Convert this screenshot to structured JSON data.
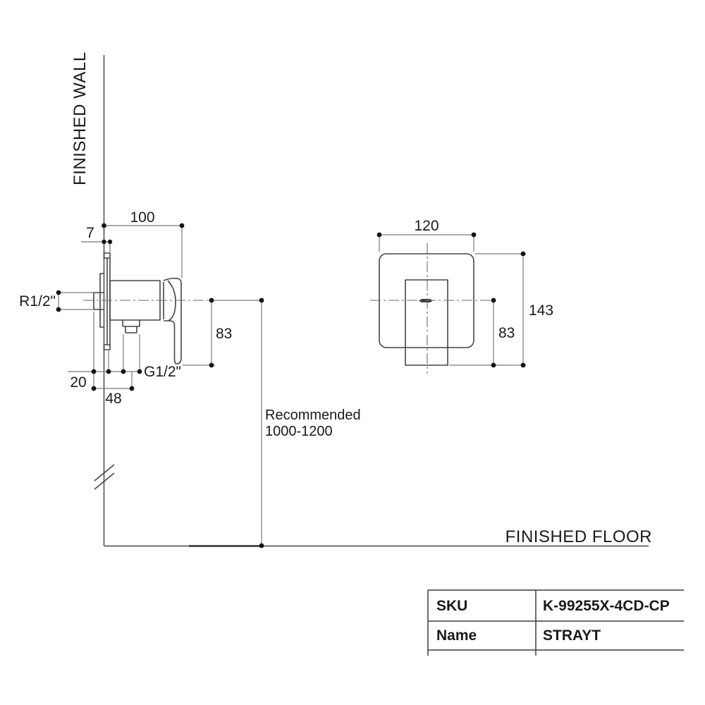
{
  "labels": {
    "finished_wall": "FINISHED WALL",
    "finished_floor": "FINISHED FLOOR",
    "recommended_line1": "Recommended",
    "recommended_line2": "1000-1200"
  },
  "dimensions": {
    "wall_to_handle": "100",
    "plate_thickness": "7",
    "supply_thread": "R1/2\"",
    "outlet_thread": "G1/2\"",
    "center_to_handle_bottom_side": "83",
    "supply_offset": "20",
    "supply_to_outlet": "48",
    "plate_width": "120",
    "overall_height": "143",
    "center_to_handle_bottom_front": "83"
  },
  "table": {
    "rows": [
      {
        "label": "SKU",
        "value": "K-99255X-4CD-CP"
      },
      {
        "label": "Name",
        "value": "STRAYT"
      }
    ]
  },
  "colors": {
    "object_line": "#454545",
    "dimension_line": "#7b7b7b",
    "text": "#1a1a1a",
    "background": "#ffffff"
  }
}
